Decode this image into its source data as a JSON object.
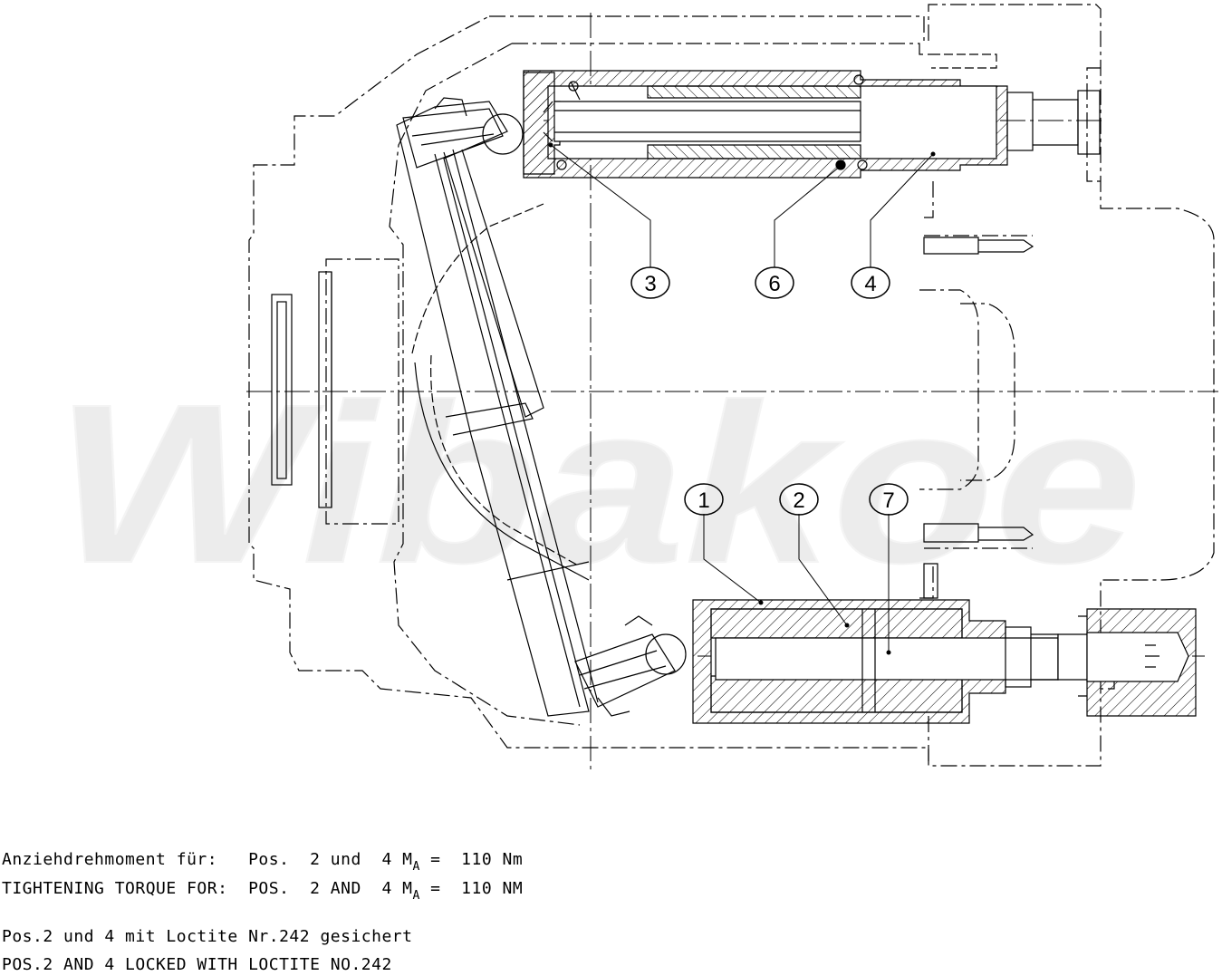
{
  "watermark": "Wibakoe",
  "position_labels": [
    {
      "id": "3",
      "text": "3"
    },
    {
      "id": "6",
      "text": "6"
    },
    {
      "id": "4",
      "text": "4"
    },
    {
      "id": "1",
      "text": "1"
    },
    {
      "id": "2",
      "text": "2"
    },
    {
      "id": "7",
      "text": "7"
    }
  ],
  "notes": {
    "torque_de_prefix": "Anziehdrehmoment für:   Pos.  2 und  4 M",
    "torque_de_sub": "A",
    "torque_de_suffix": " =  110 Nm",
    "torque_en_prefix": "TIGHTENING TORQUE FOR:  POS.  2 AND  4 M",
    "torque_en_sub": "A",
    "torque_en_suffix": " =  110 NM",
    "loctite_de": "Pos.2 und 4 mit Loctite Nr.242 gesichert",
    "loctite_en": "POS.2 AND 4 LOCKED WITH LOCTITE NO.242"
  },
  "colors": {
    "line": "#000000",
    "watermark": "#ececec",
    "background": "#ffffff"
  }
}
